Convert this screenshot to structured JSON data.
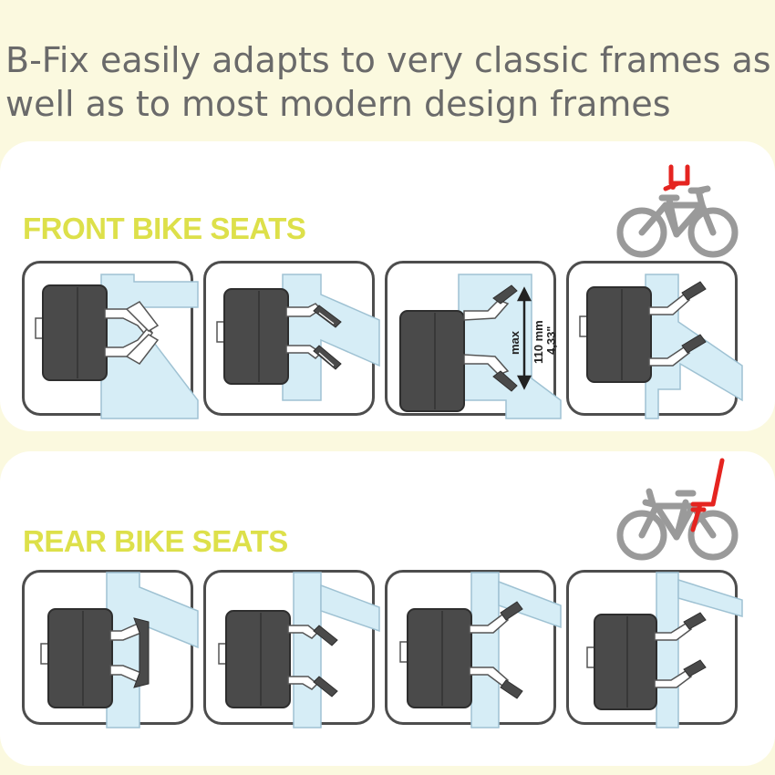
{
  "headline": {
    "line1": "B-Fix easily adapts to very classic frames as",
    "line2": "well as to most modern design frames"
  },
  "front_section": {
    "title": "FRONT BIKE SEATS",
    "bike_icon": "bike-front-seat-icon",
    "highlight_color": "#e52420",
    "measure": {
      "max_label": "max",
      "mm_label": "110 mm",
      "inch_label": "4,33\""
    }
  },
  "rear_section": {
    "title": "REAR BIKE SEATS",
    "bike_icon": "bike-rear-seat-icon",
    "highlight_color": "#e52420"
  },
  "colors": {
    "title_yellow": "#dde04a",
    "frame_blue": "#d6edf6",
    "bracket_dark": "#4a4a4a",
    "outline": "#4d4d4d",
    "background": "#fbf9df"
  }
}
